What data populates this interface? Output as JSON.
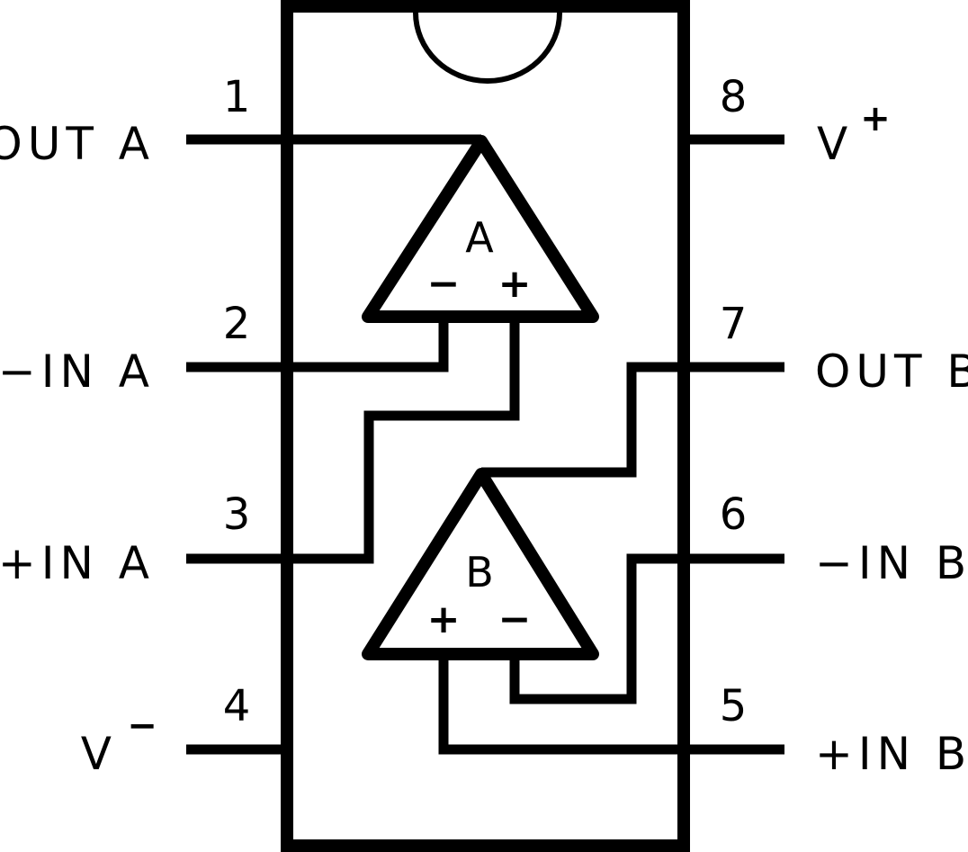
{
  "pins": [
    {
      "number": "1",
      "label": "OUT A"
    },
    {
      "number": "2",
      "label": "−IN A"
    },
    {
      "number": "3",
      "label": "+IN A"
    },
    {
      "number": "4",
      "label": "V",
      "superscript": "−"
    },
    {
      "number": "5",
      "label": "+IN B"
    },
    {
      "number": "6",
      "label": "−IN B"
    },
    {
      "number": "7",
      "label": "OUT B"
    },
    {
      "number": "8",
      "label": "V",
      "superscript": "+"
    }
  ],
  "amplifiers": [
    {
      "name": "A",
      "left_input": "−",
      "right_input": "+"
    },
    {
      "name": "B",
      "left_input": "+",
      "right_input": "−"
    }
  ]
}
